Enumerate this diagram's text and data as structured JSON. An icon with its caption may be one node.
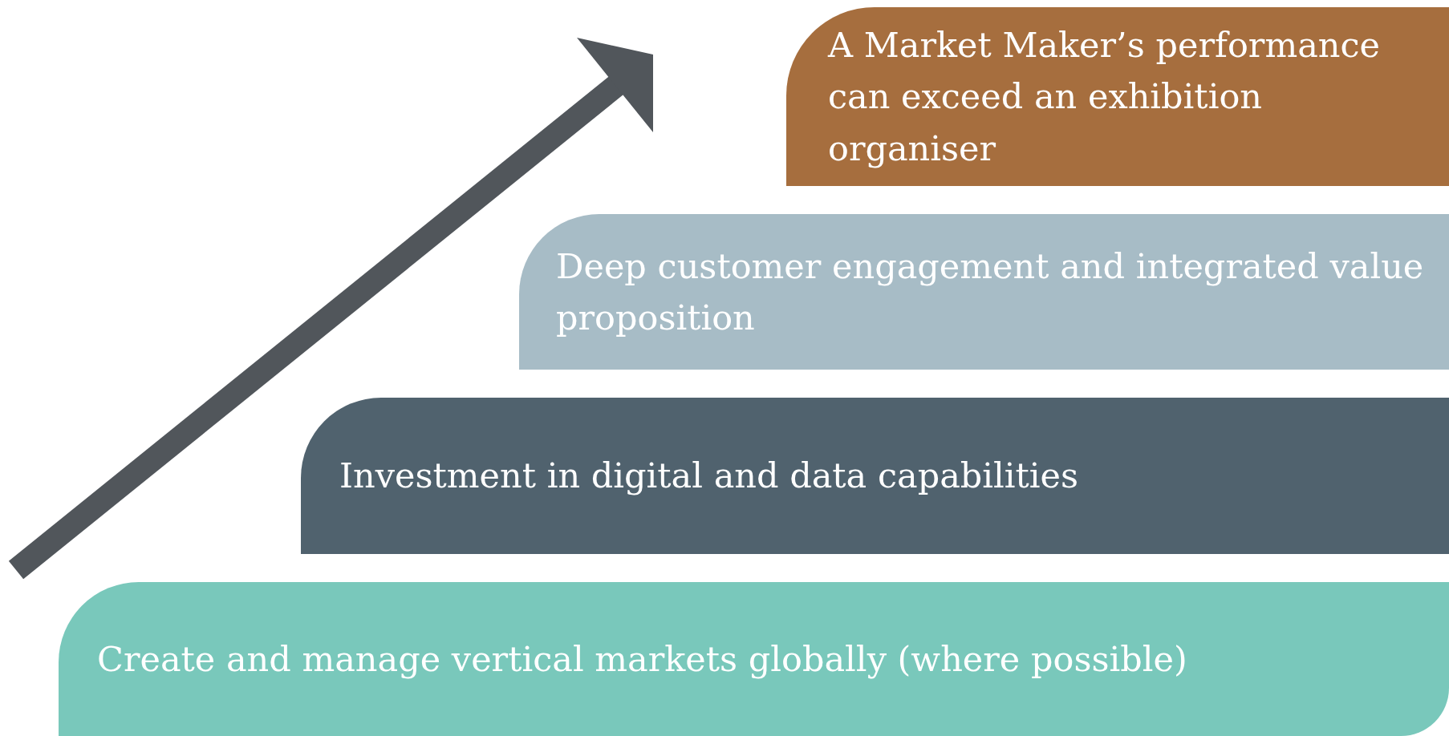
{
  "diagram": {
    "nodes": [
      {
        "text": [
          "A Market Maker’s performance can exceed an exhibition organiser"
        ]
      },
      {
        "text": [
          "Deep customer engagement and integrated value proposition"
        ]
      },
      {
        "text": [
          "Investment in digital and data capabilities"
        ]
      },
      {
        "text": [
          "Create and manage vertical markets globally (where possible)"
        ]
      }
    ]
  }
}
